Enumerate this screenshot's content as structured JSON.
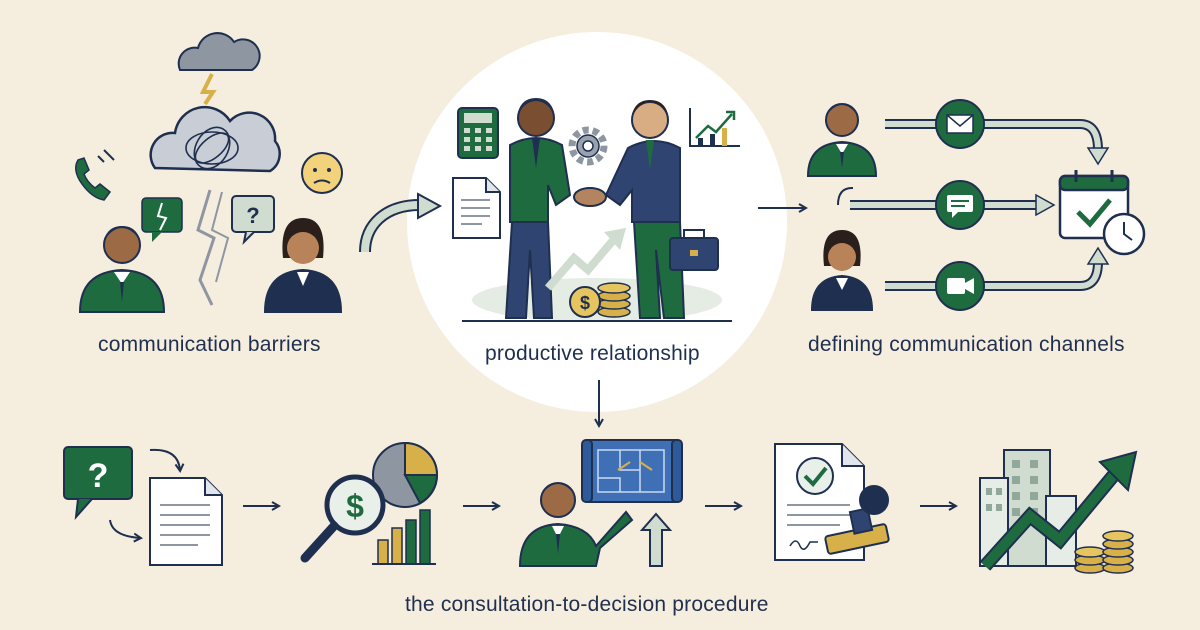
{
  "labels": {
    "barriers": "communication barriers",
    "relationship": "productive relationship",
    "channels": "defining communication channels",
    "procedure": "the consultation-to-decision procedure"
  },
  "glyphs": {
    "question_mark": "?",
    "dollar": "$"
  },
  "icons": [
    "storm-cloud-icon",
    "lightning-icon",
    "tangled-thought-cloud-icon",
    "phone-icon",
    "confused-face-icon",
    "broken-heart-bubble-icon",
    "question-bubble-icon",
    "calculator-icon",
    "gear-icon",
    "document-icon",
    "growth-chart-icon",
    "handshake-icon",
    "briefcase-icon",
    "coin-stack-icon",
    "email-icon",
    "chat-icon",
    "video-icon",
    "calendar-check-icon",
    "clock-icon",
    "magnifier-dollar-icon",
    "pie-chart-icon",
    "bar-chart-icon",
    "blueprint-icon",
    "approved-document-icon",
    "stamp-icon",
    "office-building-icon",
    "trend-up-icon"
  ],
  "colors": {
    "background": "#f5eedf",
    "green": "#1f6b40",
    "navy": "#1f2f4f",
    "gold": "#d8b04a",
    "sage": "#cfdccf",
    "blue": "#3f6fb5"
  }
}
